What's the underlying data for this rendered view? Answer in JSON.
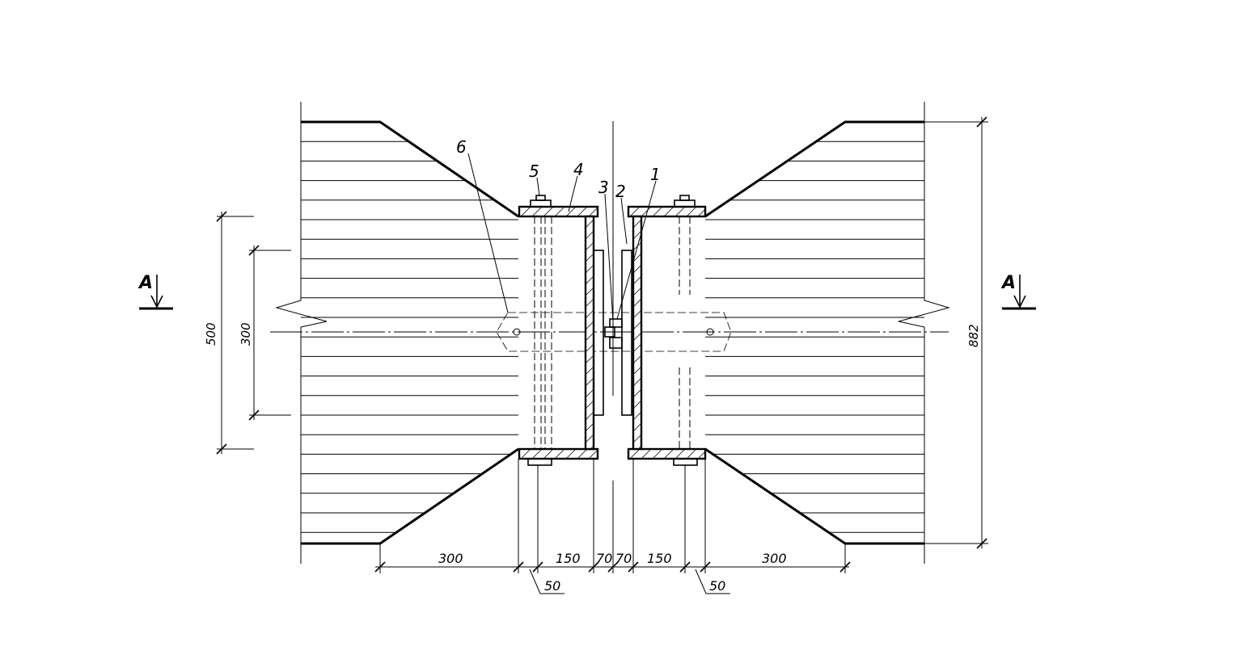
{
  "colors": {
    "line": "#000000",
    "background": "#ffffff"
  },
  "section": {
    "left": "A",
    "right": "A"
  },
  "callouts": {
    "c1": "1",
    "c2": "2",
    "c3": "3",
    "c4": "4",
    "c5": "5",
    "c6": "6"
  },
  "dimensions": {
    "vertical_outer": "500",
    "vertical_inner": "300",
    "vertical_total": "882",
    "bottom": {
      "left_taper": "300",
      "left_flange": "150",
      "left_gap": "70",
      "right_gap": "70",
      "right_flange": "150",
      "right_taper": "300",
      "left_offset": "50",
      "right_offset": "50"
    }
  }
}
